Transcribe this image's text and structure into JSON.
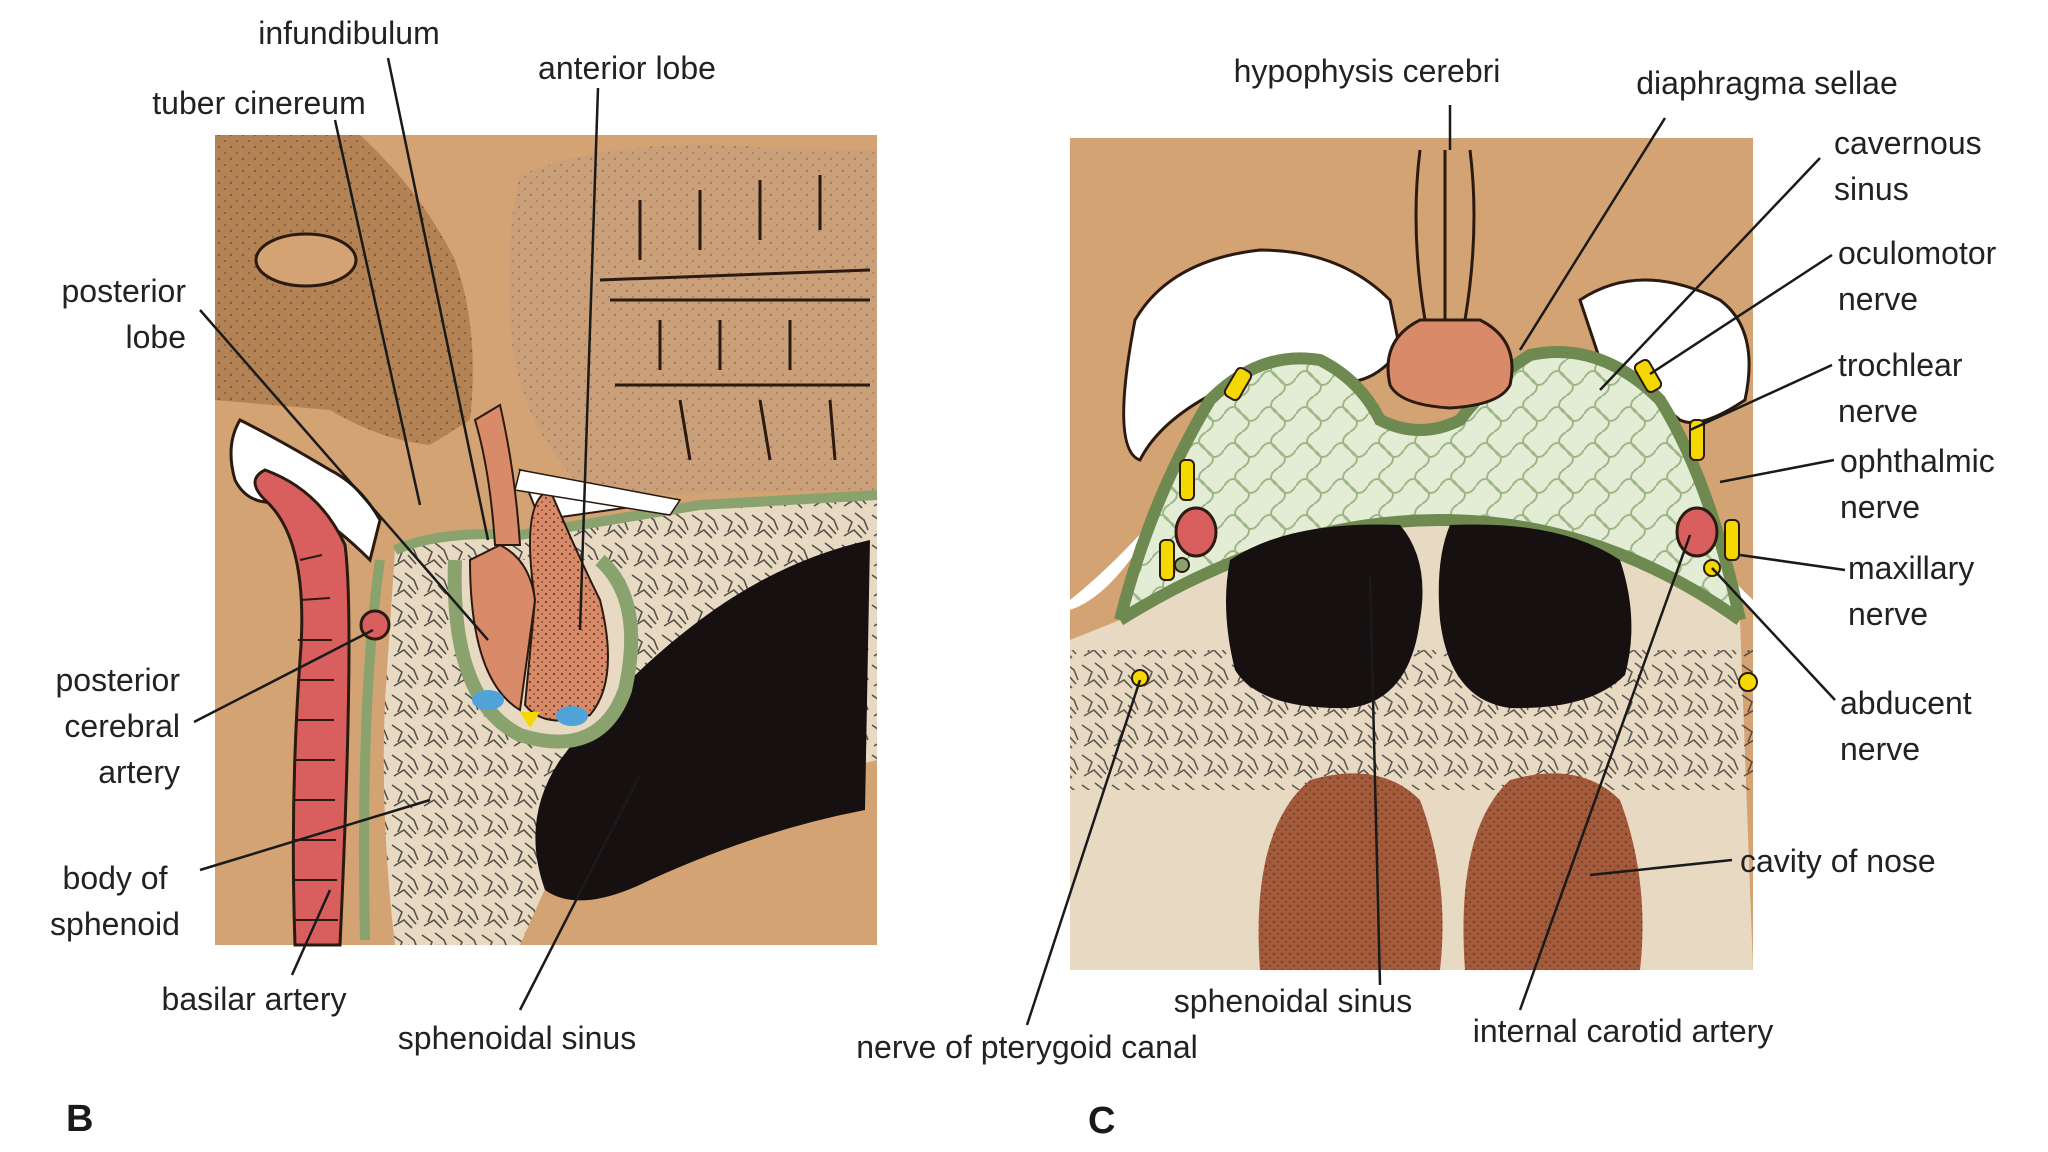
{
  "panels": {
    "b": {
      "letter": "B",
      "labels": {
        "infundibulum": "infundibulum",
        "tuber_cinereum": "tuber cinereum",
        "anterior_lobe": "anterior lobe",
        "posterior_lobe": "posterior\nlobe",
        "posterior_cerebral_artery": "posterior\ncerebral\nartery",
        "body_of_sphenoid": "body of\nsphenoid",
        "basilar_artery": "basilar artery",
        "sphenoidal_sinus": "sphenoidal sinus"
      }
    },
    "c": {
      "letter": "C",
      "labels": {
        "hypophysis_cerebri": "hypophysis cerebri",
        "diaphragma_sellae": "diaphragma sellae",
        "cavernous_sinus": "cavernous\nsinus",
        "oculomotor_nerve": "oculomotor\nnerve",
        "trochlear_nerve": "trochlear\nnerve",
        "ophthalmic_nerve": "ophthalmic\nnerve",
        "maxillary_nerve": "maxillary\nnerve",
        "abducent_nerve": "abducent\nnerve",
        "cavity_of_nose": "cavity of nose",
        "nerve_of_pterygoid_canal": "nerve of pterygoid canal",
        "sphenoidal_sinus": "sphenoidal sinus",
        "internal_carotid_artery": "internal carotid artery"
      }
    }
  },
  "colors": {
    "tissue_tan": "#d4a373",
    "bone": "#e8d9c3",
    "dura_green": "#8aa36e",
    "artery_red": "#d95f5f",
    "pituitary_pink": "#d98a68",
    "sinus_black": "#161010",
    "nerve_yellow": "#f4d800",
    "venous_blue": "#4fa3d9"
  }
}
